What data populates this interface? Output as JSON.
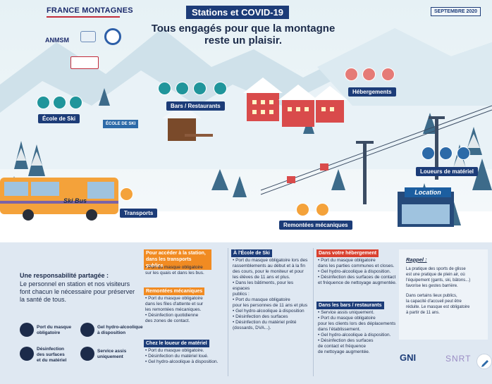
{
  "header": {
    "logo_title": "FRANCE MONTAGNES",
    "logo_anmsm": "ANMSM",
    "title": "Stations et COVID-19",
    "subtitle_line1": "Tous engagés pour que la montagne",
    "subtitle_line2": "reste un plaisir.",
    "date_badge": "SEPTEMBRE 2020"
  },
  "scene_labels": {
    "ecole_de_ski": "École de Ski",
    "ecole_sign": "ÉCOLE DE SKI",
    "bars_restaurants": "Bars / Restaurants",
    "hebergements": "Hébergements",
    "loueurs": "Loueurs de matériel",
    "transports": "Transports",
    "remontees": "Remontées mécaniques",
    "ski_bus": "Ski Bus",
    "location": "Location"
  },
  "responsabilite": {
    "title": "Une responsabilité partagée :",
    "text": "Le personnel en station et nos visiteurs font chacun le nécessaire pour préserver la santé de tous."
  },
  "legend": [
    {
      "label_line1": "Port du masque",
      "label_line2": "obligatoire",
      "icon": "mask-icon"
    },
    {
      "label_line1": "Gel hydro-alcoolique",
      "label_line2": "à disposition",
      "icon": "gel-icon"
    },
    {
      "label_line1": "Désinfection",
      "label_line2": "des surfaces",
      "label_line3": "et du matériel",
      "icon": "spray-icon"
    },
    {
      "label_line1": "Service assis",
      "label_line2": "uniquement",
      "icon": "seat-icon"
    }
  ],
  "columns": {
    "transports": {
      "head1": "Pour accéder à la station,",
      "head2": "dans les transports publics",
      "lines": [
        "• Port du masque obligatoire",
        "  sur les quais et dans les bus."
      ]
    },
    "remontees": {
      "head": "Remontées mécaniques",
      "lines": [
        "• Port du masque obligatoire",
        "  dans les files d'attente et sur",
        "  les remontées mécaniques.",
        "• Désinfection quotidienne",
        "  des zones de contact."
      ]
    },
    "loueur": {
      "head": "Chez le loueur de matériel",
      "lines": [
        "• Port du masque obligatoire.",
        "• Désinfection du matériel loué.",
        "• Gel hydro-alcoolique à disposition."
      ]
    },
    "ecole": {
      "head": "À l'École de Ski",
      "lines": [
        "• Port du masque obligatoire lors des",
        "  rassemblements au début et à la fin",
        "  des cours, pour le moniteur et pour",
        "  les élèves de 11 ans et plus.",
        "• Dans les bâtiments, pour les espaces",
        "  publics :",
        "  • Port du masque obligatoire",
        "    pour les personnes de 11 ans et plus",
        "  • Gel hydro-alcoolique à disposition",
        "  • Désinfection des surfaces",
        "• Désinfection du matériel prêté",
        "  (dossards, DVA...)."
      ]
    },
    "hebergement": {
      "head": "Dans votre hébergement",
      "lines": [
        "• Port du masque obligatoire",
        "  dans les parties communes et closes.",
        "• Gel hydro-alcoolique à disposition.",
        "• Désinfection des surfaces de contact",
        "  et fréquence de nettoyage augmentée."
      ]
    },
    "bars": {
      "head": "Dans les bars / restaurants",
      "lines": [
        "• Service assis uniquement.",
        "• Port du masque obligatoire",
        "  pour les clients lors des déplacements",
        "  dans l'établissement.",
        "• Gel hydro-alcoolique à disposition.",
        "• Désinfection des surfaces",
        "  de contact et fréquence",
        "  de nettoyage augmentée."
      ]
    }
  },
  "rappel": {
    "title": "Rappel :",
    "lines": [
      "La pratique des sports de glisse",
      "est une pratique de plein air, où",
      "l'équipement (gants, ski, bâtons...)",
      "favorise les gestes barrière.",
      "",
      "Dans certains lieux publics,",
      "la capacité d'accueil peut être",
      "réduite. Le masque est obligatoire",
      "à partir de 11 ans."
    ]
  },
  "footer": {
    "gni": "GNI",
    "snrt": "SNRT"
  },
  "colors": {
    "navy": "#1c3c78",
    "orange": "#f18b22",
    "red": "#d9412f",
    "teal": "#20959b",
    "purple": "#7b63a6"
  }
}
